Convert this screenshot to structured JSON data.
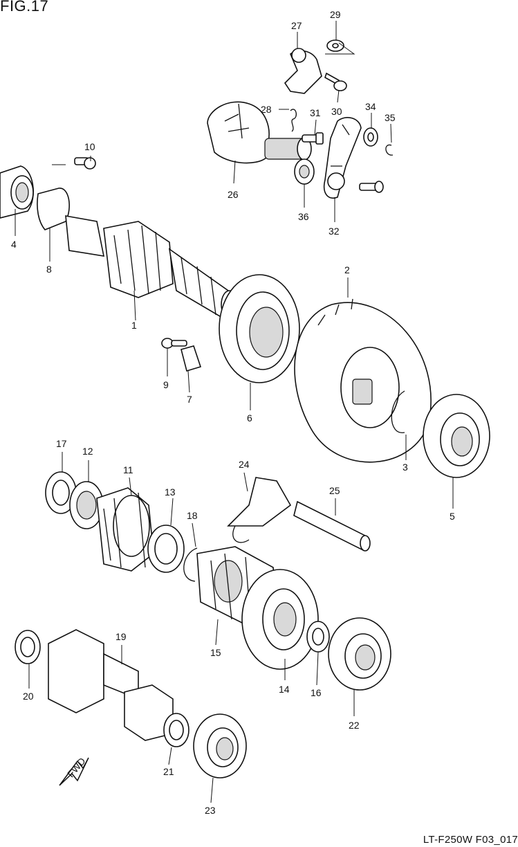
{
  "figure": {
    "title": "FIG.17",
    "reference_code": "LT-F250W F03_017"
  },
  "callouts": [
    "1",
    "2",
    "3",
    "4",
    "5",
    "6",
    "7",
    "8",
    "9",
    "10",
    "11",
    "12",
    "13",
    "14",
    "15",
    "16",
    "17",
    "18",
    "19",
    "20",
    "21",
    "22",
    "23",
    "24",
    "25",
    "26",
    "27",
    "28",
    "29",
    "30",
    "31",
    "32",
    "34",
    "35",
    "36"
  ],
  "direction_badge": "FWD"
}
